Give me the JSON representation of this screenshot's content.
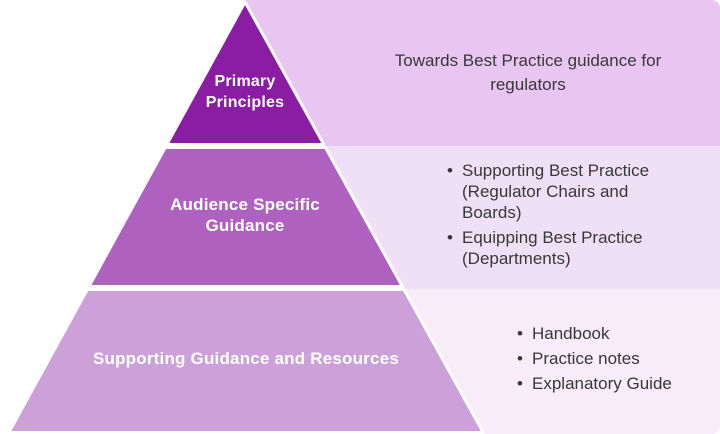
{
  "pyramid": {
    "bullet_char": "•",
    "label_color": "#ffffff",
    "body_text_color": "#383838",
    "separator_color": "#ffffff",
    "tiers": [
      {
        "label": "Primary\nPrinciples",
        "fill": "#8b1ca4",
        "band_fill": "#e8c6f1",
        "band_text": "Towards Best Practice guidance for\nregulators"
      },
      {
        "label": "Audience Specific\nGuidance",
        "fill": "#af61bf",
        "band_fill": "#efe0f5",
        "band_bullets": [
          "Supporting Best Practice\n(Regulator Chairs and\nBoards)",
          "Equipping Best Practice\n(Departments)"
        ]
      },
      {
        "label": "Supporting Guidance and Resources",
        "fill": "#cca0d8",
        "band_fill": "#f7ecf8",
        "band_bullets": [
          "Handbook",
          "Practice notes",
          "Explanatory Guide"
        ]
      }
    ]
  }
}
